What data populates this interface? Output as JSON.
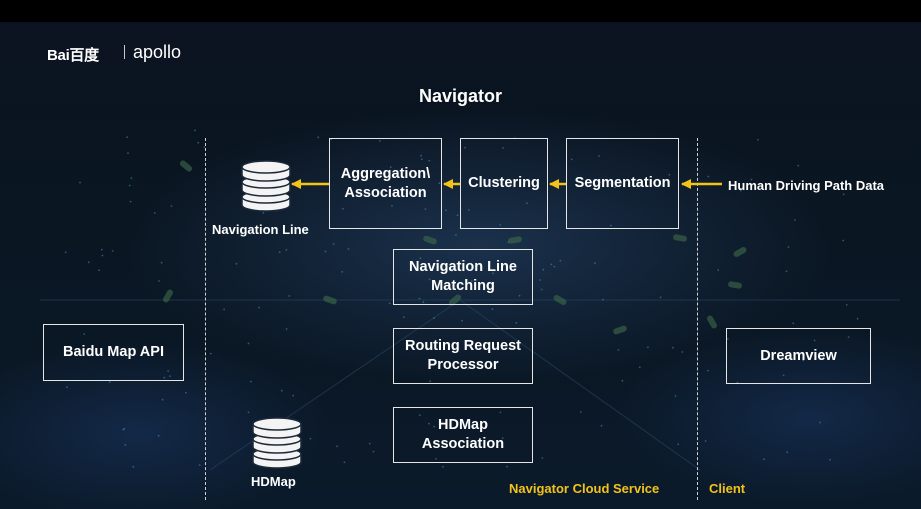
{
  "header": {
    "logo_baidu": "Bai百度",
    "logo_apollo": "apollo"
  },
  "title": "Navigator",
  "boxes": {
    "aggregation": [
      "Aggregation\\",
      "Association"
    ],
    "clustering": "Clustering",
    "segmentation": "Segmentation",
    "nav_line_matching": [
      "Navigation Line",
      "Matching"
    ],
    "routing_request": [
      "Routing Request",
      "Processor"
    ],
    "hdmap_association": [
      "HDMap",
      "Association"
    ],
    "baidu_map_api": "Baidu Map API",
    "dreamview": "Dreamview"
  },
  "labels": {
    "navigation_line": "Navigation Line",
    "hdmap": "HDMap",
    "human_driving": "Human Driving Path Data",
    "cloud_service": "Navigator Cloud Service",
    "client": "Client"
  },
  "colors": {
    "arrow": "#f2c419",
    "box_border": "#e6e6e6",
    "background": "#0a1622"
  },
  "icons": [
    "database-icon"
  ]
}
